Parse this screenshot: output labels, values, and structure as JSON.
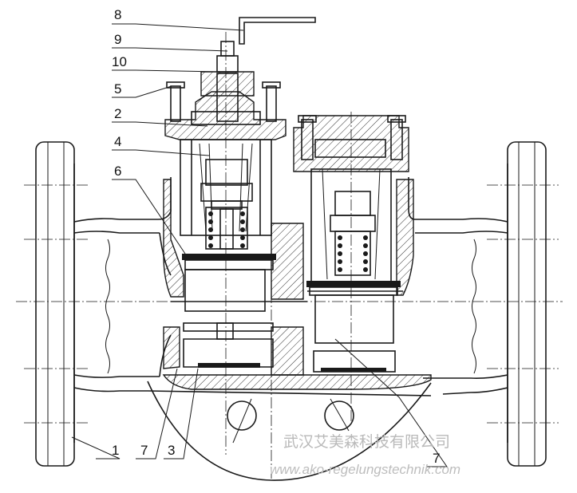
{
  "callouts_left_top": [
    "8",
    "9",
    "10",
    "5",
    "2",
    "4",
    "6"
  ],
  "callouts_bottom": [
    "1",
    "7",
    "3"
  ],
  "callout_right_bottom": "7",
  "watermark": {
    "company": "武汉艾美森科技有限公司",
    "website": "www.ako-regelungstechnik.com"
  }
}
